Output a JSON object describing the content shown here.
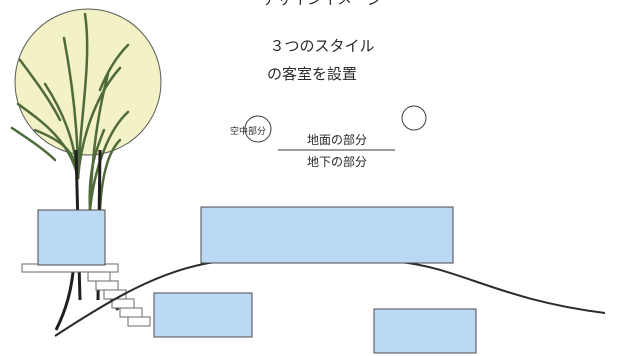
{
  "heading_partial": "デザインイメージ",
  "caption": {
    "line1": "３つのスタイル",
    "line2": "の客室を設置"
  },
  "labels": {
    "aerial": "空中部分",
    "ground": "地面の部分",
    "underground": "地下の部分"
  },
  "colors": {
    "room_fill": "#bcd9f3",
    "room_stroke": "#4a4a4a",
    "tree_crown": "#f2f2c6",
    "branch": "#4f6b3a",
    "terrain": "#2b2b2b"
  }
}
